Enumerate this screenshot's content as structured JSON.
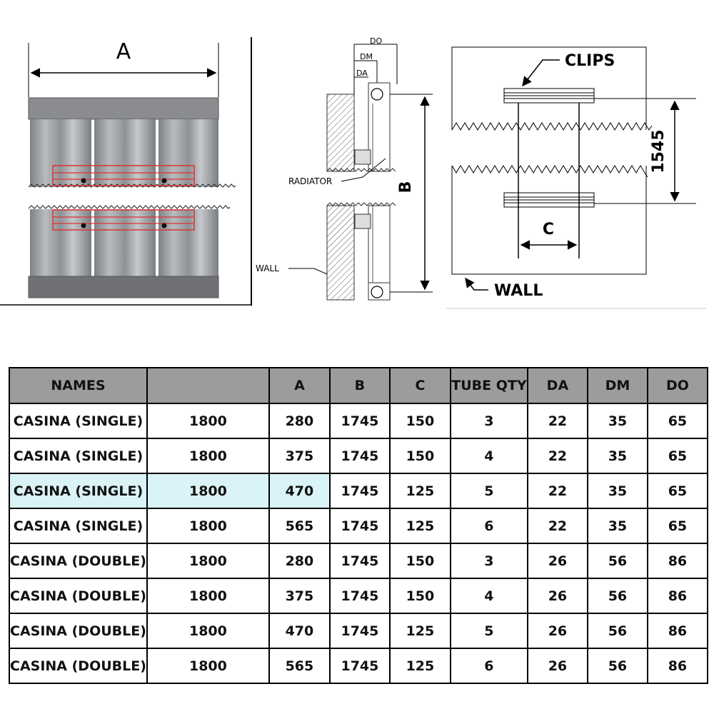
{
  "diagrams": {
    "front": {
      "dim_a": "A"
    },
    "side": {
      "labels": {
        "do": "DO",
        "dm": "DM",
        "da": "DA",
        "radiator": "RADIATOR",
        "wall": "WALL",
        "dim_b": "B"
      }
    },
    "clips": {
      "labels": {
        "clips": "CLIPS",
        "wall": "WALL",
        "dim_c": "C",
        "spacing": "1545"
      }
    }
  },
  "table": {
    "headers": [
      "NAMES",
      "",
      "A",
      "B",
      "C",
      "TUBE QTY",
      "DA",
      "DM",
      "DO"
    ],
    "rows": [
      [
        "CASINA (SINGLE)",
        "1800",
        "280",
        "1745",
        "150",
        "3",
        "22",
        "35",
        "65"
      ],
      [
        "CASINA (SINGLE)",
        "1800",
        "375",
        "1745",
        "150",
        "4",
        "22",
        "35",
        "65"
      ],
      [
        "CASINA (SINGLE)",
        "1800",
        "470",
        "1745",
        "125",
        "5",
        "22",
        "35",
        "65"
      ],
      [
        "CASINA (SINGLE)",
        "1800",
        "565",
        "1745",
        "125",
        "6",
        "22",
        "35",
        "65"
      ],
      [
        "CASINA (DOUBLE)",
        "1800",
        "280",
        "1745",
        "150",
        "3",
        "26",
        "56",
        "86"
      ],
      [
        "CASINA (DOUBLE)",
        "1800",
        "375",
        "1745",
        "150",
        "4",
        "26",
        "56",
        "86"
      ],
      [
        "CASINA (DOUBLE)",
        "1800",
        "470",
        "1745",
        "125",
        "5",
        "26",
        "56",
        "86"
      ],
      [
        "CASINA (DOUBLE)",
        "1800",
        "565",
        "1745",
        "125",
        "6",
        "26",
        "56",
        "86"
      ]
    ],
    "highlight_row": 2,
    "highlight_color": "#daf3f6",
    "header_color": "#9c9c9c"
  }
}
